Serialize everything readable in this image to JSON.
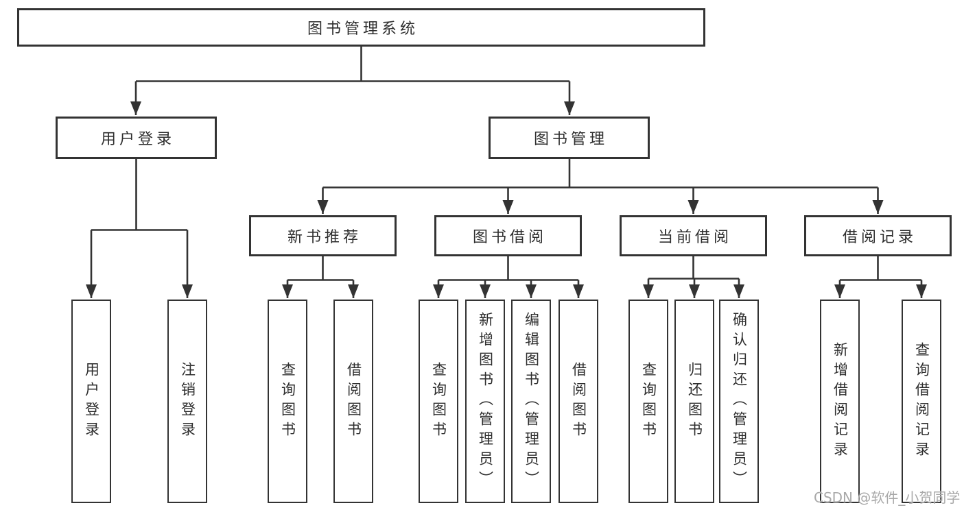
{
  "diagram": {
    "tree": {
      "root": {
        "label": "图书管理系统"
      },
      "children": [
        {
          "label": "用户登录",
          "children": [
            {
              "label": "用户登录"
            },
            {
              "label": "注销登录"
            }
          ]
        },
        {
          "label": "图书管理",
          "children": [
            {
              "label": "新书推荐",
              "children": [
                {
                  "label": "查询图书"
                },
                {
                  "label": "借阅图书"
                }
              ]
            },
            {
              "label": "图书借阅",
              "children": [
                {
                  "label": "查询图书"
                },
                {
                  "label": "新增图书（管理员）"
                },
                {
                  "label": "编辑图书（管理员）"
                },
                {
                  "label": "借阅图书"
                }
              ]
            },
            {
              "label": "当前借阅",
              "children": [
                {
                  "label": "查询图书"
                },
                {
                  "label": "归还图书"
                },
                {
                  "label": "确认归还（管理员）"
                }
              ]
            },
            {
              "label": "借阅记录",
              "children": [
                {
                  "label": "新增借阅记录"
                },
                {
                  "label": "查询借阅记录"
                }
              ]
            }
          ]
        }
      ]
    }
  },
  "watermark": {
    "text": "CSDN @软件_小贺同学"
  },
  "colors": {
    "line": "#333333",
    "text": "#2e2e2e",
    "background": "#ffffff",
    "watermark": "#a9a9a9"
  }
}
